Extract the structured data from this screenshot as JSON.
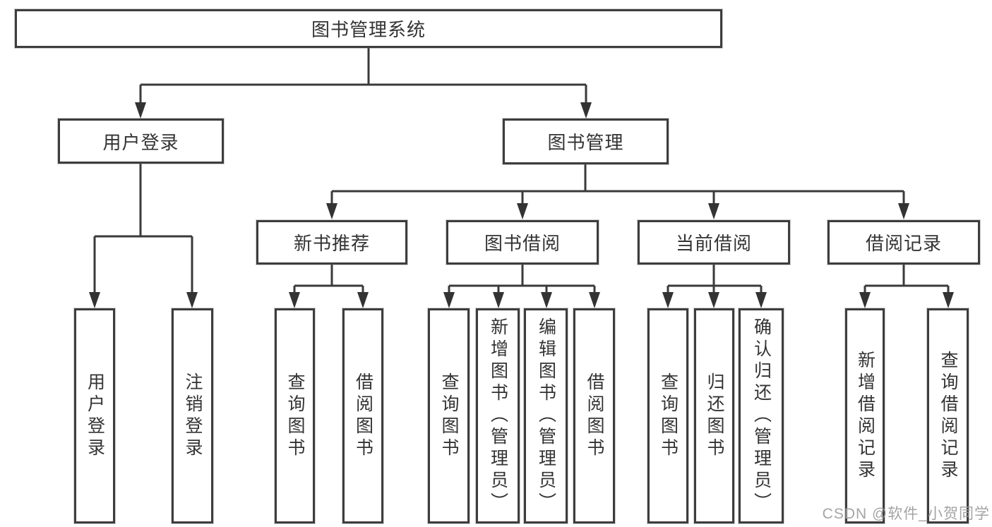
{
  "tree": {
    "root": "图书管理系统",
    "level2": [
      "用户登录",
      "图书管理"
    ],
    "level3": [
      "新书推荐",
      "图书借阅",
      "当前借阅",
      "借阅记录"
    ],
    "leaves_user_login": [
      "用户登录",
      "注销登录"
    ],
    "leaves_new_books": [
      "查询图书",
      "借阅图书"
    ],
    "leaves_borrow": [
      "查询图书",
      "新增图书（管理员）",
      "编辑图书（管理员）",
      "借阅图书"
    ],
    "leaves_current": [
      "查询图书",
      "归还图书",
      "确认归还（管理员）"
    ],
    "leaves_records": [
      "新增借阅记录",
      "查询借阅记录"
    ]
  },
  "watermark": {
    "text": "CSDN @软件_小贺同学"
  },
  "colors": {
    "line": "#3a3a3a",
    "border": "#3d3d3d",
    "text": "#333333",
    "background": "#ffffff",
    "watermark": "#a09e9e"
  }
}
